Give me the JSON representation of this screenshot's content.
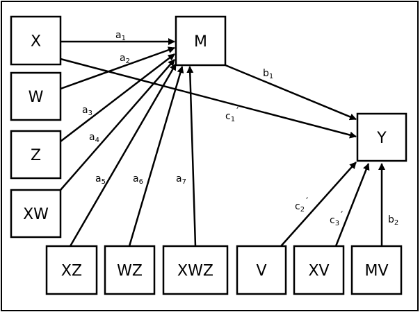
{
  "diagram": {
    "type": "path-diagram",
    "nodes": [
      {
        "id": "X",
        "label": "X"
      },
      {
        "id": "W",
        "label": "W"
      },
      {
        "id": "Z",
        "label": "Z"
      },
      {
        "id": "XW",
        "label": "XW"
      },
      {
        "id": "XZ",
        "label": "XZ"
      },
      {
        "id": "WZ",
        "label": "WZ"
      },
      {
        "id": "XWZ",
        "label": "XWZ"
      },
      {
        "id": "M",
        "label": "M"
      },
      {
        "id": "Y",
        "label": "Y"
      },
      {
        "id": "V",
        "label": "V"
      },
      {
        "id": "XV",
        "label": "XV"
      },
      {
        "id": "MV",
        "label": "MV"
      }
    ],
    "edges": [
      {
        "from": "X",
        "to": "M",
        "label": "a",
        "sub": "1",
        "prime": ""
      },
      {
        "from": "W",
        "to": "M",
        "label": "a",
        "sub": "2",
        "prime": ""
      },
      {
        "from": "Z",
        "to": "M",
        "label": "a",
        "sub": "3",
        "prime": ""
      },
      {
        "from": "XW",
        "to": "M",
        "label": "a",
        "sub": "4",
        "prime": ""
      },
      {
        "from": "XZ",
        "to": "M",
        "label": "a",
        "sub": "5",
        "prime": ""
      },
      {
        "from": "WZ",
        "to": "M",
        "label": "a",
        "sub": "6",
        "prime": ""
      },
      {
        "from": "XWZ",
        "to": "M",
        "label": "a",
        "sub": "7",
        "prime": ""
      },
      {
        "from": "M",
        "to": "Y",
        "label": "b",
        "sub": "1",
        "prime": ""
      },
      {
        "from": "X",
        "to": "Y",
        "label": "c",
        "sub": "1",
        "prime": "′"
      },
      {
        "from": "V",
        "to": "Y",
        "label": "c",
        "sub": "2",
        "prime": "′"
      },
      {
        "from": "XV",
        "to": "Y",
        "label": "c",
        "sub": "3",
        "prime": "′"
      },
      {
        "from": "MV",
        "to": "Y",
        "label": "b",
        "sub": "2",
        "prime": ""
      }
    ]
  }
}
